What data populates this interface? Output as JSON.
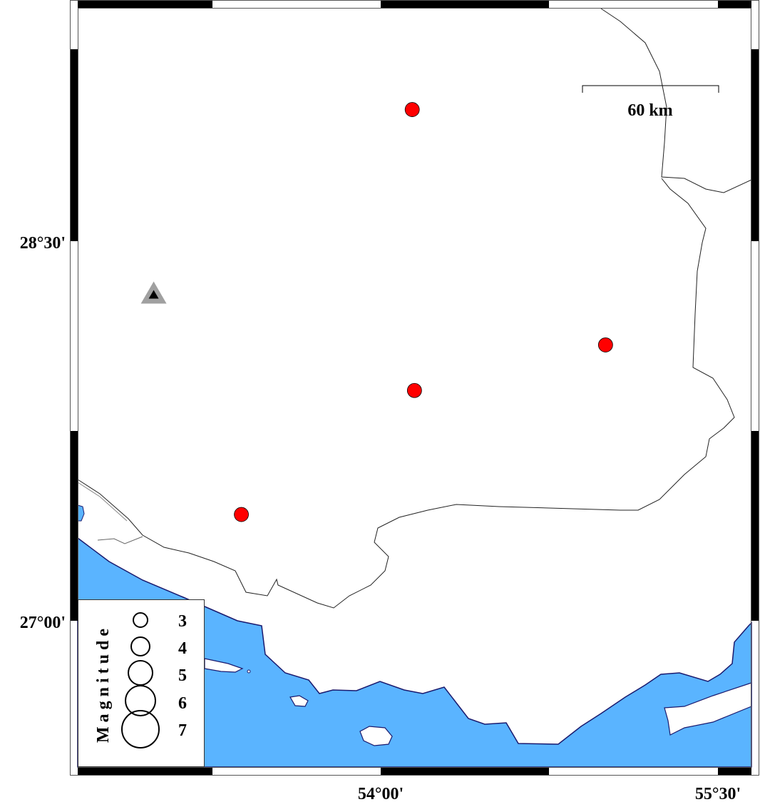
{
  "map": {
    "extent": {
      "lon_min": 52.652,
      "lon_max": 55.649,
      "lat_min": 26.422,
      "lat_max": 29.422
    },
    "colors": {
      "sea": "#5ab4ff",
      "coast": "#1a1a6e",
      "land": "#ffffff",
      "event": "#ff0000",
      "station_outer": "#a0a0a0",
      "station_inner": "#000000"
    },
    "axis_labels": {
      "lat": [
        {
          "value": 28.5,
          "label": "28°30'"
        },
        {
          "value": 27.0,
          "label": "27°00'"
        }
      ],
      "lon": [
        {
          "value": 54.0,
          "label": "54°00'"
        },
        {
          "value": 55.5,
          "label": "55°30'"
        }
      ]
    },
    "scale_bar": {
      "label": "60 km"
    },
    "events": [
      {
        "lon": 54.14,
        "lat": 29.02
      },
      {
        "lon": 54.15,
        "lat": 27.91
      },
      {
        "lon": 55.0,
        "lat": 28.09
      },
      {
        "lon": 53.38,
        "lat": 27.42
      }
    ],
    "stations": [
      {
        "lon": 52.99,
        "lat": 28.29
      }
    ]
  },
  "legend": {
    "title": "Magnitude",
    "items": [
      {
        "label": "3"
      },
      {
        "label": "4"
      },
      {
        "label": "5"
      },
      {
        "label": "6"
      },
      {
        "label": "7"
      }
    ]
  }
}
